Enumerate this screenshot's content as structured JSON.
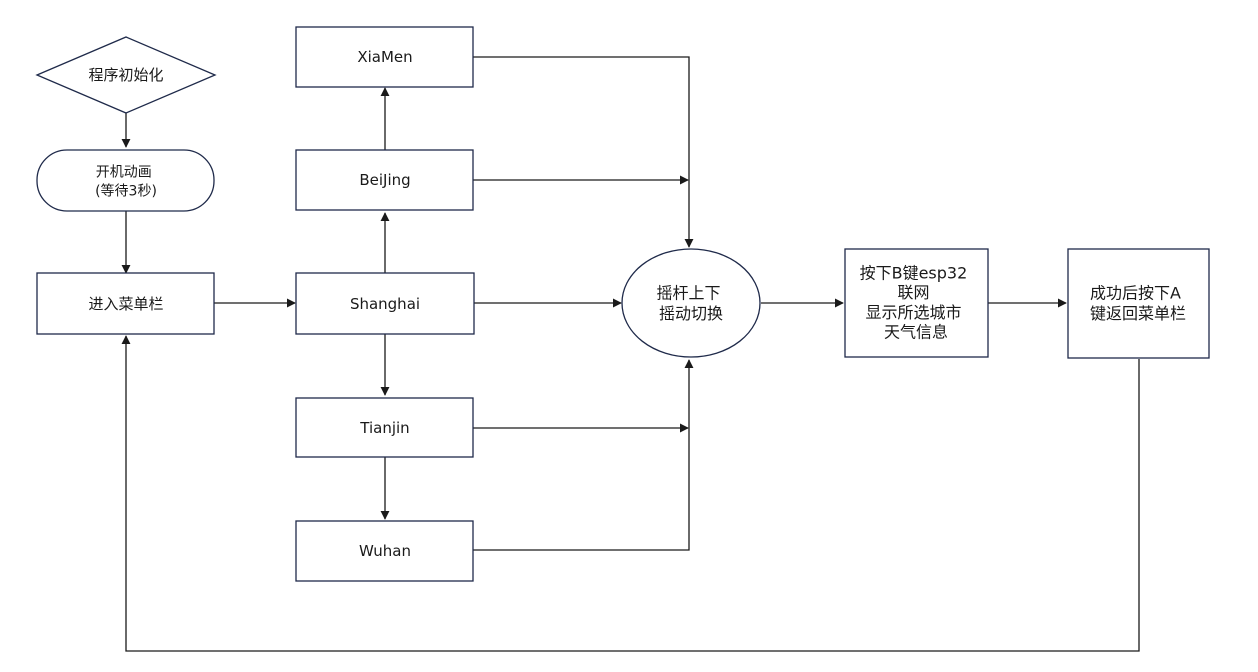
{
  "nodes": {
    "init": {
      "lines": [
        "程序初始化"
      ]
    },
    "boot": {
      "lines": [
        "开机动画",
        "(等待3秒)"
      ]
    },
    "menu": {
      "lines": [
        "进入菜单栏"
      ]
    },
    "xiamen": {
      "lines": [
        "XiaMen"
      ]
    },
    "beijing": {
      "lines": [
        "BeiJing"
      ]
    },
    "shanghai": {
      "lines": [
        "Shanghai"
      ]
    },
    "tianjin": {
      "lines": [
        "Tianjin"
      ]
    },
    "wuhan": {
      "lines": [
        "Wuhan"
      ]
    },
    "joystick": {
      "lines": [
        "摇杆上下",
        "摇动切换"
      ]
    },
    "pressB": {
      "lines": [
        "按下B键esp32",
        "联网",
        "显示所选城市",
        "天气信息"
      ]
    },
    "pressA": {
      "lines": [
        "成功后按下A",
        "键返回菜单栏"
      ]
    }
  }
}
